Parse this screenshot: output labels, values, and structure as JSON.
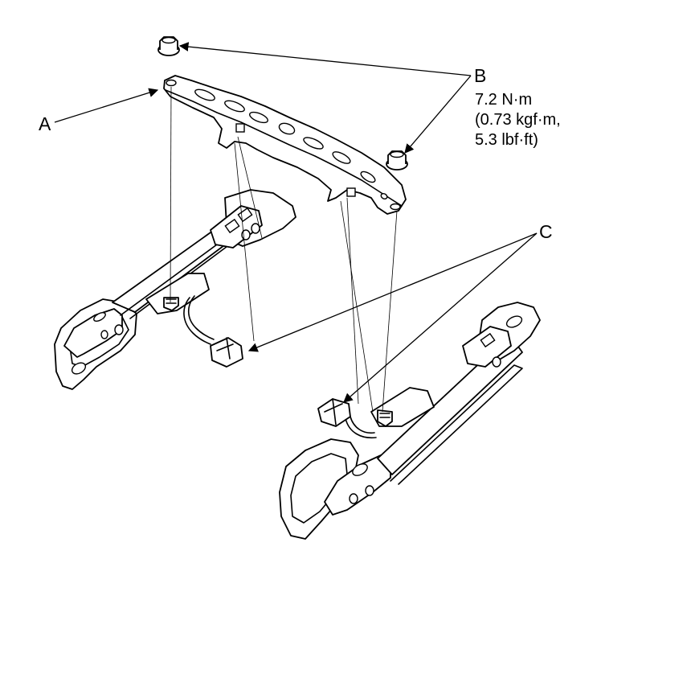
{
  "callouts": {
    "a": "A",
    "b": "B",
    "c": "C"
  },
  "torque_spec": {
    "line1": "7.2 N·m",
    "line2": "(0.73 kgf·m,",
    "line3": "5.3 lbf·ft)"
  },
  "colors": {
    "line": "#000000",
    "background": "#ffffff"
  }
}
